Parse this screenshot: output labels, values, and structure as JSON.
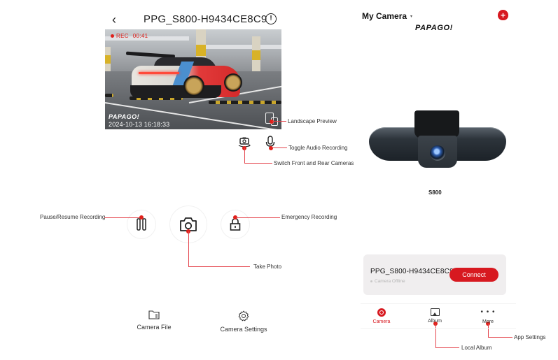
{
  "left_screen": {
    "header": {
      "back_icon": "‹",
      "title": "PPG_S800-H9434CE8C9",
      "info_icon": "!"
    },
    "preview": {
      "rec_label": "REC",
      "rec_time": "00:41",
      "watermark_brand": "PAPAGO!",
      "watermark_datetime": "2024-10-13 16:18:33"
    },
    "controls": {
      "switch_cameras": "switch-camera-icon",
      "audio": "microphone-icon",
      "pause": "pause-icon",
      "photo": "camera-icon",
      "emergency": "lock-icon"
    },
    "bottom_nav": [
      {
        "label": "Camera File",
        "icon": "folder-icon"
      },
      {
        "label": "Camera Settings",
        "icon": "gear-icon"
      }
    ]
  },
  "callouts": {
    "landscape_preview": "Landscape Preview",
    "toggle_audio": "Toggle Audio Recording",
    "switch_cameras": "Switch Front and Rear Cameras",
    "pause_resume": "Pause/Resume Recording",
    "emergency": "Emergency Recording",
    "take_photo": "Take Photo",
    "local_album": "Local Album",
    "app_settings": "App Settings"
  },
  "right_screen": {
    "header": {
      "title": "My Camera",
      "caret": "▾",
      "add_icon": "+",
      "brand": "PAPAGO!"
    },
    "device_image_model": "S800",
    "device_card": {
      "name": "PPG_S800-H9434CE8C9",
      "status": "Camera Offline",
      "connect_label": "Connect"
    },
    "tabs": [
      {
        "label": "Camera",
        "active": true
      },
      {
        "label": "Album",
        "active": false
      },
      {
        "label": "More",
        "active": false
      }
    ],
    "more_icon": "• • •"
  },
  "colors": {
    "accent": "#d71920",
    "callout_line": "#e4434b",
    "card_bg": "#f0eeef"
  }
}
